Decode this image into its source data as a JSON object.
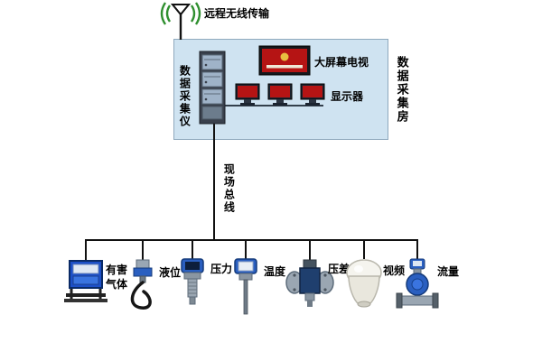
{
  "wireless": {
    "label": "远程无线传输"
  },
  "room": {
    "label": "数据采集房"
  },
  "daq": {
    "label": "数据采集仪"
  },
  "tv": {
    "label": "大屏幕电视"
  },
  "monitors": {
    "label": "显示器"
  },
  "fieldbus": {
    "label": "现场总线"
  },
  "devices": [
    {
      "id": "harmful-gas",
      "label": "有害气体"
    },
    {
      "id": "level",
      "label": "液位"
    },
    {
      "id": "pressure",
      "label": "压力"
    },
    {
      "id": "temperature",
      "label": "温度"
    },
    {
      "id": "diff-pressure",
      "label": "压差"
    },
    {
      "id": "video",
      "label": "视频"
    },
    {
      "id": "flow",
      "label": "流量"
    }
  ],
  "colors": {
    "room_background": "#cfe3f1",
    "device_blue": "#2a5fc0",
    "screen_red": "#b51414",
    "signal_green": "#2f8f2f",
    "line_black": "#111111"
  }
}
